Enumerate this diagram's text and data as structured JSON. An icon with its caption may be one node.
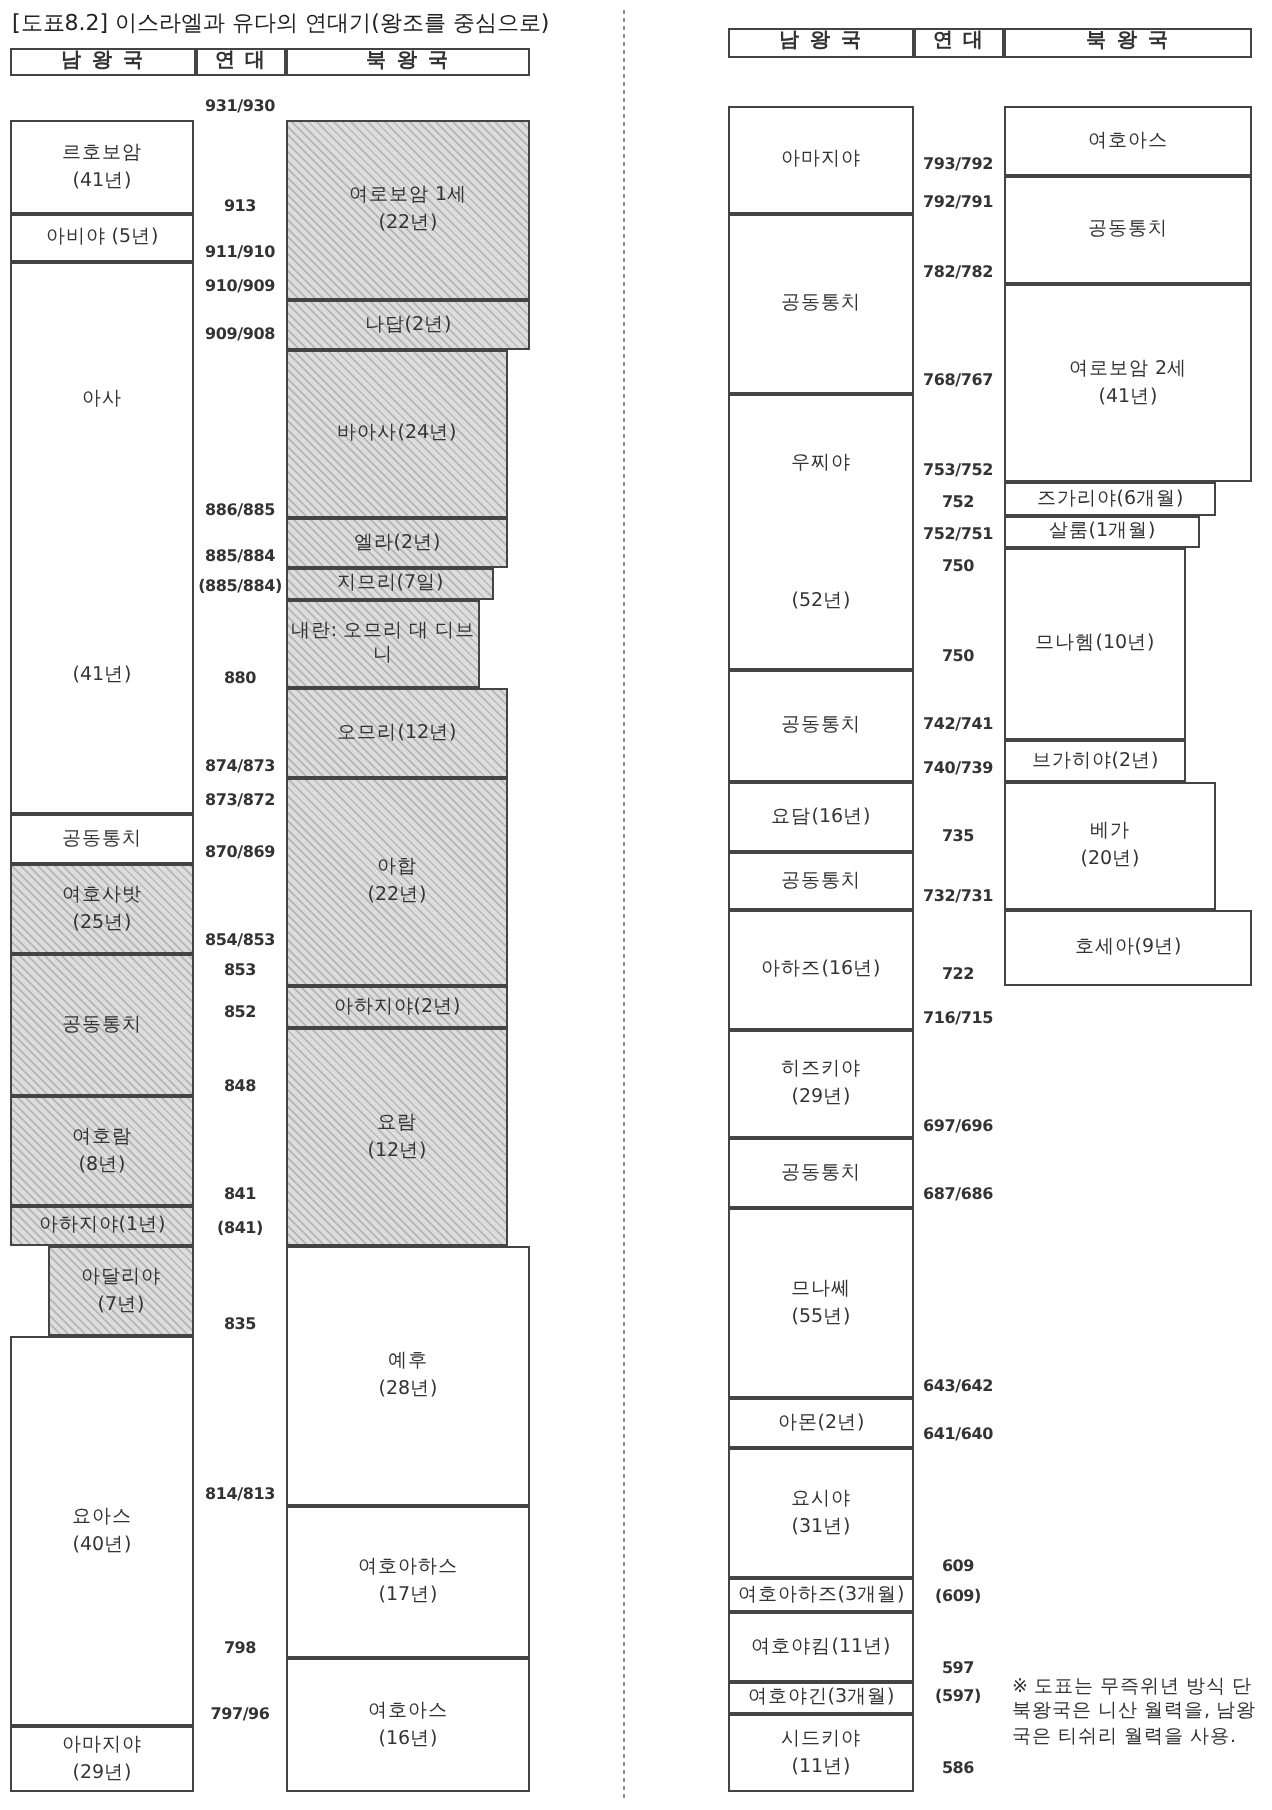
{
  "diagram": {
    "title": "[도표8.2] 이스라엘과 유다의 연대기(왕조를 중심으로)",
    "nodes": [
      {
        "text": [
          "남 왕 국"
        ]
      },
      {
        "text": [
          "연 대"
        ]
      },
      {
        "text": [
          "북 왕 국"
        ]
      },
      {
        "text": [
          "르호보암",
          "(41년)"
        ]
      },
      {
        "text": [
          "아비야 (5년)"
        ]
      },
      {
        "text": [
          "아사",
          "(41년)"
        ]
      },
      {
        "text": [
          "공동통치"
        ]
      },
      {
        "text": [
          "여호사밧",
          "(25년)"
        ]
      },
      {
        "text": [
          "공동통치"
        ]
      },
      {
        "text": [
          "여호람",
          "(8년)"
        ]
      },
      {
        "text": [
          "아하지야(1년)"
        ]
      },
      {
        "text": [
          "아달리야",
          "(7년)"
        ]
      },
      {
        "text": [
          "요아스",
          "(40년)"
        ]
      },
      {
        "text": [
          "아마지야",
          "(29년)"
        ]
      },
      {
        "text": [
          "여로보암 1세",
          "(22년)"
        ]
      },
      {
        "text": [
          "나답(2년)"
        ]
      },
      {
        "text": [
          "바아사(24년)"
        ]
      },
      {
        "text": [
          "엘라(2년)"
        ]
      },
      {
        "text": [
          "지므리(7일)"
        ]
      },
      {
        "text": [
          "내란: 오므리 대 디브니"
        ]
      },
      {
        "text": [
          "오므리(12년)"
        ]
      },
      {
        "text": [
          "아합",
          "(22년)"
        ]
      },
      {
        "text": [
          "아하지야(2년)"
        ]
      },
      {
        "text": [
          "요람",
          "(12년)"
        ]
      },
      {
        "text": [
          "예후",
          "(28년)"
        ]
      },
      {
        "text": [
          "여호아하스",
          "(17년)"
        ]
      },
      {
        "text": [
          "여호아스",
          "(16년)"
        ]
      },
      {
        "text": [
          "남 왕 국"
        ]
      },
      {
        "text": [
          "연 대"
        ]
      },
      {
        "text": [
          "북 왕 국"
        ]
      },
      {
        "text": [
          "아마지야"
        ]
      },
      {
        "text": [
          "공동통치"
        ]
      },
      {
        "text": [
          "우찌야",
          "(52년)"
        ]
      },
      {
        "text": [
          "공동통치"
        ]
      },
      {
        "text": [
          "요담(16년)"
        ]
      },
      {
        "text": [
          "공동통치"
        ]
      },
      {
        "text": [
          "아하즈(16년)"
        ]
      },
      {
        "text": [
          "히즈키야",
          "(29년)"
        ]
      },
      {
        "text": [
          "공동통치"
        ]
      },
      {
        "text": [
          "므나쎄",
          "(55년)"
        ]
      },
      {
        "text": [
          "아몬(2년)"
        ]
      },
      {
        "text": [
          "요시야",
          "(31년)"
        ]
      },
      {
        "text": [
          "여호아하즈(3개월)"
        ]
      },
      {
        "text": [
          "여호야킴(11년)"
        ]
      },
      {
        "text": [
          "여호야긴(3개월)"
        ]
      },
      {
        "text": [
          "시드키야",
          "(11년)"
        ]
      },
      {
        "text": [
          "여호아스"
        ]
      },
      {
        "text": [
          "공동통치"
        ]
      },
      {
        "text": [
          "여로보암 2세",
          "(41년)"
        ]
      },
      {
        "text": [
          "즈가리야(6개월)"
        ]
      },
      {
        "text": [
          "살룸(1개월)"
        ]
      },
      {
        "text": [
          "므나헴(10년)"
        ]
      },
      {
        "text": [
          "브가히야(2년)"
        ]
      },
      {
        "text": [
          "베가",
          "(20년)"
        ]
      },
      {
        "text": [
          "호세아(9년)"
        ]
      }
    ],
    "labels": [
      "931/930",
      "913",
      "911/910",
      "910/909",
      "909/908",
      "886/885",
      "885/884",
      "(885/884)",
      "880",
      "874/873",
      "873/872",
      "870/869",
      "854/853",
      "853",
      "852",
      "848",
      "841",
      "(841)",
      "835",
      "814/813",
      "798",
      "797/96",
      "793/792",
      "792/791",
      "782/782",
      "768/767",
      "753/752",
      "752",
      "752/751",
      "750",
      "750",
      "742/741",
      "740/739",
      "735",
      "732/731",
      "722",
      "716/715",
      "697/696",
      "687/686",
      "643/642",
      "641/640",
      "609",
      "(609)",
      "597",
      "(597)",
      "586",
      "※ 도표는 무즉위년 방식 단 북왕국은 니산 월력을, 남왕국은 티쉬리 월력을 사용."
    ]
  }
}
